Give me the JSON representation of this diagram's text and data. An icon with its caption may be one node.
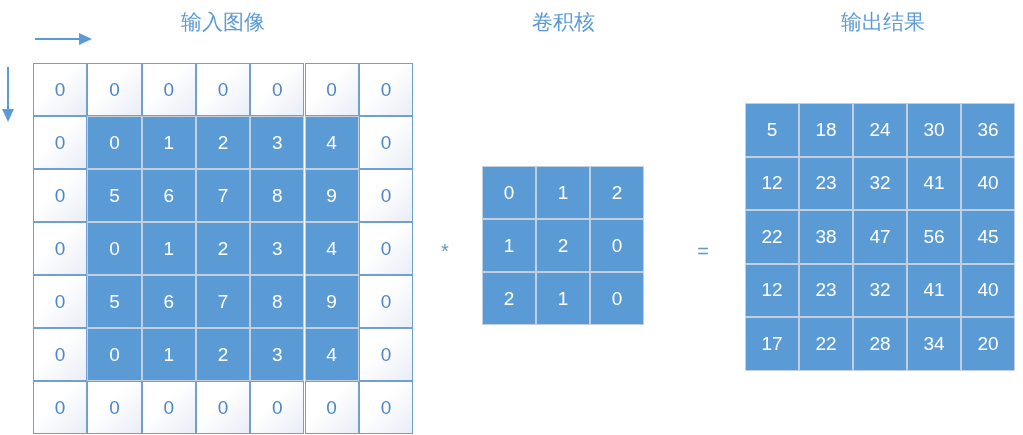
{
  "diagram": {
    "labels": [
      "输入图像",
      "卷积核",
      "输出结果",
      "0",
      "0",
      "0",
      "0",
      "0",
      "0",
      "0",
      "0",
      "0",
      "1",
      "2",
      "3",
      "4",
      "0",
      "0",
      "5",
      "6",
      "7",
      "8",
      "9",
      "0",
      "0",
      "0",
      "1",
      "2",
      "3",
      "4",
      "0",
      "0",
      "5",
      "6",
      "7",
      "8",
      "9",
      "0",
      "0",
      "0",
      "1",
      "2",
      "3",
      "4",
      "0",
      "0",
      "0",
      "0",
      "0",
      "0",
      "0",
      "0",
      "*",
      "0",
      "1",
      "2",
      "1",
      "2",
      "0",
      "2",
      "1",
      "0",
      "=",
      "5",
      "18",
      "24",
      "30",
      "36",
      "12",
      "23",
      "32",
      "41",
      "40",
      "22",
      "38",
      "47",
      "56",
      "45",
      "12",
      "23",
      "32",
      "41",
      "40",
      "17",
      "22",
      "28",
      "34",
      "20"
    ]
  }
}
